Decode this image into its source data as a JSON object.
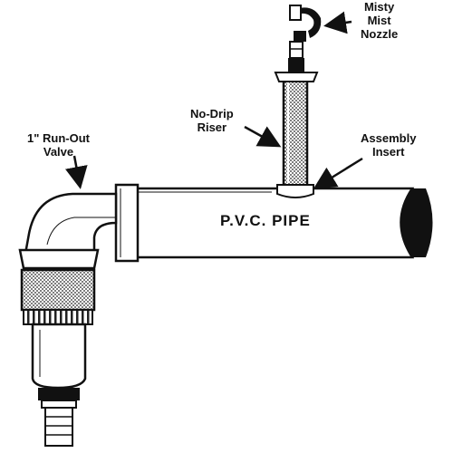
{
  "labels": {
    "nozzle": [
      "Misty",
      "Mist",
      "Nozzle"
    ],
    "riser": [
      "No-Drip",
      "Riser"
    ],
    "valve": [
      "1\" Run-Out",
      "Valve"
    ],
    "insert": [
      "Assembly",
      "Insert"
    ],
    "pipe": "P.V.C. PIPE"
  },
  "colors": {
    "ink": "#111111",
    "paper": "#ffffff",
    "shade": "#555555"
  }
}
